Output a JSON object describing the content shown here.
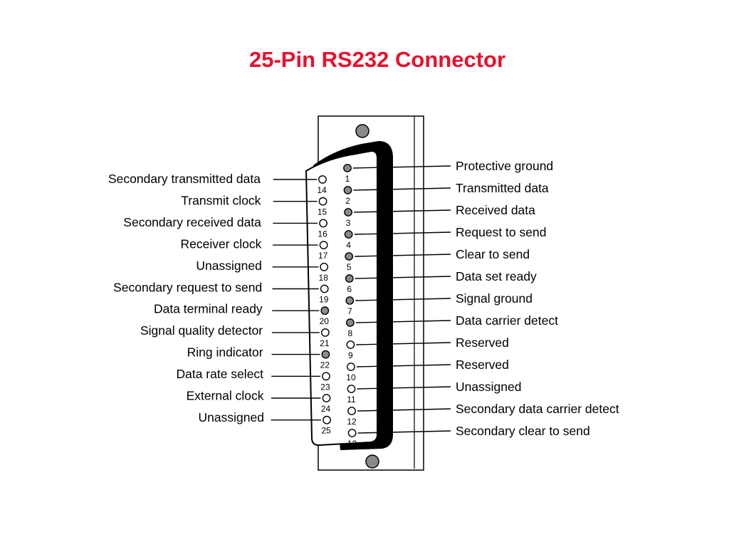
{
  "title": "25-Pin RS232 Connector",
  "colors": {
    "title": "#e8112d",
    "filled_pin": "#8a8a8a",
    "shell": "#000000"
  },
  "pins": [
    {
      "number": "1",
      "signal": "Protective ground",
      "filled": true
    },
    {
      "number": "2",
      "signal": "Transmitted data",
      "filled": true
    },
    {
      "number": "3",
      "signal": "Received data",
      "filled": true
    },
    {
      "number": "4",
      "signal": "Request to send",
      "filled": true
    },
    {
      "number": "5",
      "signal": "Clear to send",
      "filled": true
    },
    {
      "number": "6",
      "signal": "Data set ready",
      "filled": true
    },
    {
      "number": "7",
      "signal": "Signal ground",
      "filled": true
    },
    {
      "number": "8",
      "signal": "Data carrier detect",
      "filled": true
    },
    {
      "number": "9",
      "signal": "Reserved",
      "filled": false
    },
    {
      "number": "10",
      "signal": "Reserved",
      "filled": false
    },
    {
      "number": "11",
      "signal": "Unassigned",
      "filled": false
    },
    {
      "number": "12",
      "signal": "Secondary data carrier detect",
      "filled": false
    },
    {
      "number": "13",
      "signal": "Secondary clear to send",
      "filled": false
    },
    {
      "number": "14",
      "signal": "Secondary transmitted data",
      "filled": false
    },
    {
      "number": "15",
      "signal": "Transmit clock",
      "filled": false
    },
    {
      "number": "16",
      "signal": "Secondary received data",
      "filled": false
    },
    {
      "number": "17",
      "signal": "Receiver clock",
      "filled": false
    },
    {
      "number": "18",
      "signal": "Unassigned",
      "filled": false
    },
    {
      "number": "19",
      "signal": "Secondary request to send",
      "filled": false
    },
    {
      "number": "20",
      "signal": "Data terminal ready",
      "filled": true
    },
    {
      "number": "21",
      "signal": "Signal quality detector",
      "filled": false
    },
    {
      "number": "22",
      "signal": "Ring indicator",
      "filled": true
    },
    {
      "number": "23",
      "signal": "Data rate select",
      "filled": false
    },
    {
      "number": "24",
      "signal": "External clock",
      "filled": false
    },
    {
      "number": "25",
      "signal": "Unassigned",
      "filled": false
    }
  ]
}
